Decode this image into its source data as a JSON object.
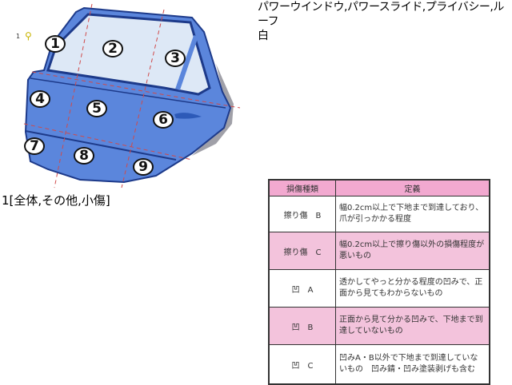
{
  "diagram": {
    "pin_label": "1",
    "pin_icon": "question-pin-icon",
    "markers": [
      "1",
      "2",
      "3",
      "4",
      "5",
      "6",
      "7",
      "8",
      "9"
    ],
    "colors": {
      "door": "#5b86dc",
      "window": "#dde8f6",
      "edge": "#1d3a8a",
      "cutline": "#d04a4a",
      "shadow": "#a0a0a8"
    }
  },
  "options_line1": "パワーウインドウ,パワースライド,プライバシー,ルーフ",
  "options_line2": "白",
  "damage_note": "1[全体,その他,小傷]",
  "definition_table": {
    "headers": [
      "損傷種類",
      "定義"
    ],
    "rows": [
      {
        "type": "擦り傷　B",
        "desc": "幅0.2cm以上で下地まで到達しており、爪が引っかかる程度"
      },
      {
        "type": "擦り傷　C",
        "desc": "幅0.2cm以上で擦り傷以外の損傷程度が悪いもの"
      },
      {
        "type": "凹　A",
        "desc": "透かしてやっと分かる程度の凹みで、正面から見てもわからないもの"
      },
      {
        "type": "凹　B",
        "desc": "正面から見て分かる凹みで、下地まで到達していないもの"
      },
      {
        "type": "凹　C",
        "desc": "凹みA・B以外で下地まで到達していないもの　凹み錆・凹み塗装剥げも含む"
      }
    ]
  }
}
